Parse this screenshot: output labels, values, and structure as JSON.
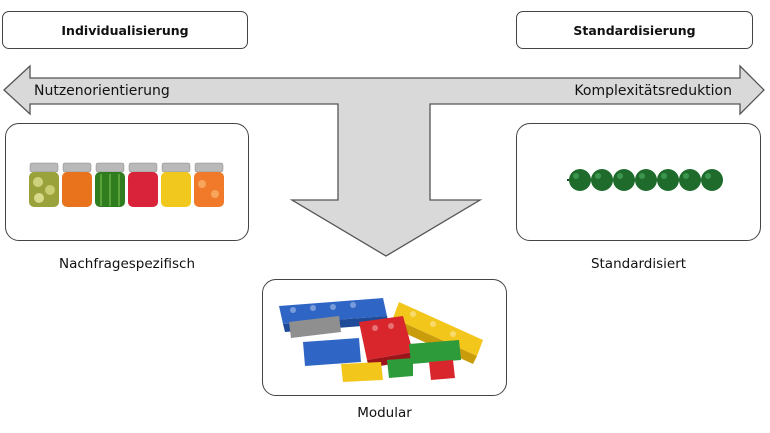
{
  "header": {
    "left_label": "Individualisierung",
    "right_label": "Standardisierung"
  },
  "arrow": {
    "left_label": "Nutzenorientierung",
    "right_label": "Komplexitätsreduktion"
  },
  "items": {
    "left_caption": "Nachfragespezifisch",
    "right_caption": "Standardisiert",
    "bottom_caption": "Modular"
  },
  "colors": {
    "arrow_fill": "#d9d9d9",
    "arrow_stroke": "#555555",
    "bead_green": "#1e6b2c"
  }
}
